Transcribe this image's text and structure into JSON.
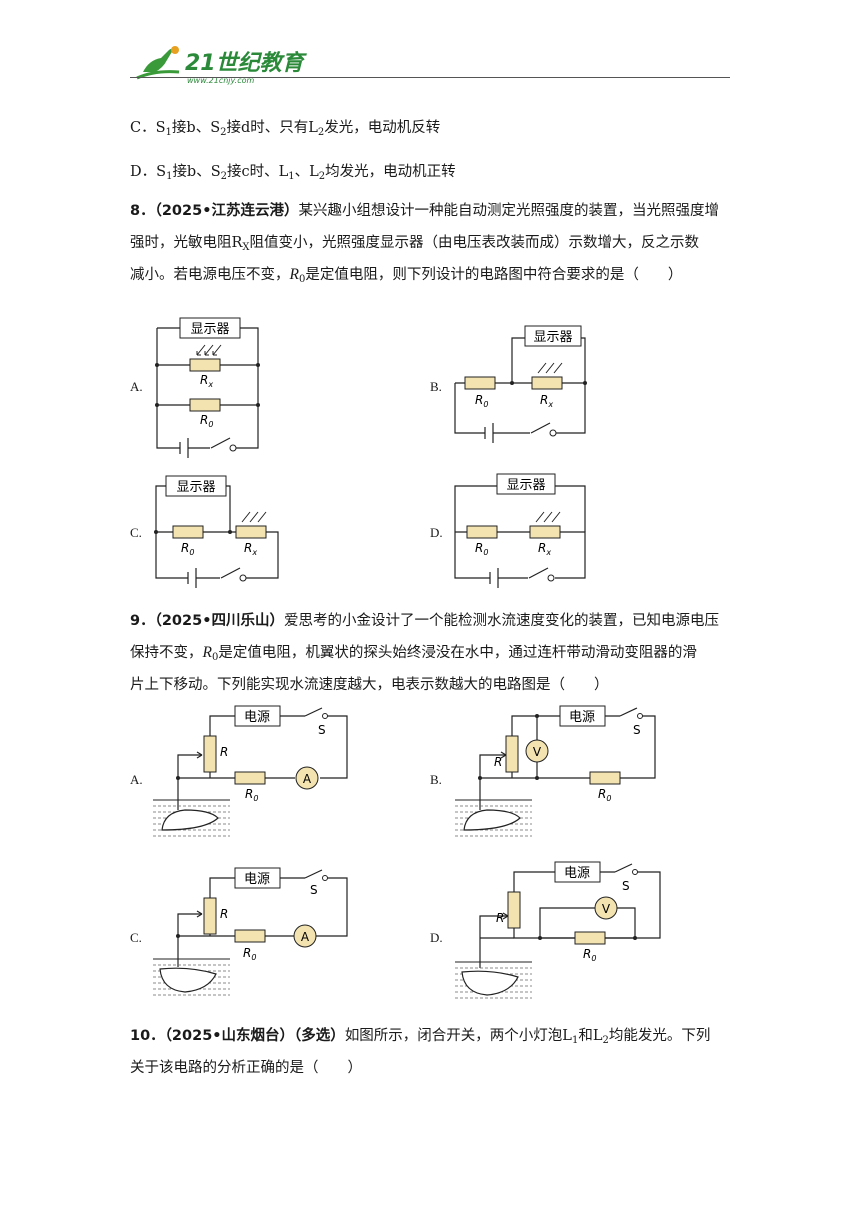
{
  "header": {
    "logo_text": "21世纪教育",
    "logo_url": "www.21cnjy.com"
  },
  "options_prev": {
    "c": {
      "pre": "C．S",
      "s1": "1",
      "t1": "接b、S",
      "s2": "2",
      "t2": "接d时、只有L",
      "s3": "2",
      "t3": "发光，电动机反转"
    },
    "d": {
      "pre": "D．S",
      "s1": "1",
      "t1": "接b、S",
      "s2": "2",
      "t2": "接c时、L",
      "s3": "1",
      "t3": "、L",
      "s4": "2",
      "t4": "均发光，电动机正转"
    }
  },
  "q8": {
    "num": "8．",
    "source": "（2025•江苏连云港）",
    "l1a": "某兴趣小组想设计一种能自动测定光照强度的装置，当光照强度增",
    "l2a": "强时，光敏电阻R",
    "l2s": "X",
    "l2b": "阻值变小，光照强度显示器（由电压表改装而成）示数增大，反之示数",
    "l3a": "减小。若电源电压不变，",
    "l3r": "R",
    "l3s": "0",
    "l3b": "是定值电阻，则下列设计的电路图中符合要求的是（　　）",
    "display": "显示器",
    "r0": "R",
    "r0s": "0",
    "rx": "R",
    "rxs": "x",
    "labels": [
      "A.",
      "B.",
      "C.",
      "D."
    ]
  },
  "q9": {
    "num": "9．",
    "source": "（2025•四川乐山）",
    "l1a": "爱思考的小金设计了一个能检测水流速度变化的装置，已知电源电压",
    "l2a": "保持不变，",
    "l2r": "R",
    "l2s": "0",
    "l2b": "是定值电阻，机翼状的探头始终浸没在水中，通过连杆带动滑动变阻器的滑",
    "l3": "片上下移动。下列能实现水流速度越大，电表示数越大的电路图是（　　）",
    "power": "电源",
    "switch": "S",
    "r": "R",
    "r0": "R",
    "r0s": "0",
    "ammeter": "A",
    "voltmeter": "V",
    "labels": [
      "A.",
      "B.",
      "C.",
      "D."
    ]
  },
  "q10": {
    "num": "10．",
    "source": "（2025•山东烟台）（多选）",
    "l1a": "如图所示，闭合开关，两个小灯泡L",
    "l1s1": "1",
    "l1b": "和L",
    "l1s2": "2",
    "l1c": "均能发光。下列",
    "l2": "关于该电路的分析正确的是（　　）"
  }
}
